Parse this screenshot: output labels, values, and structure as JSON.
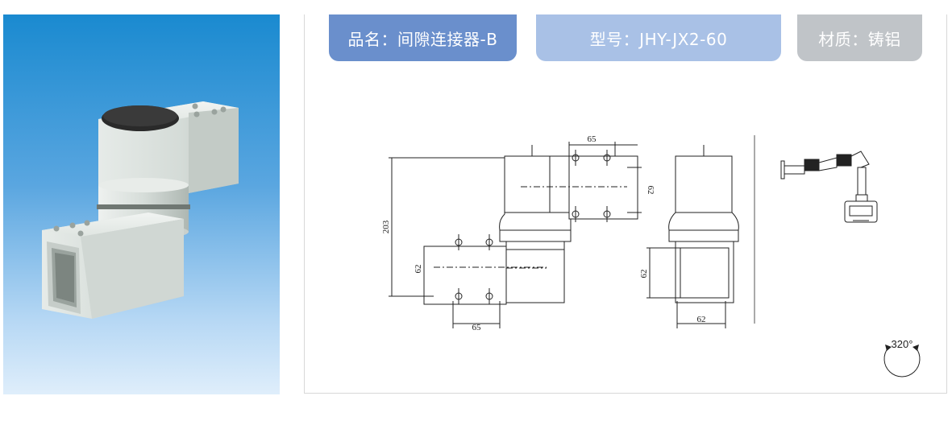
{
  "product": {
    "name_label": "品名：间隙连接器-B",
    "model_label": "型号：JHY-JX2-60",
    "material_label": "材质：铸铝"
  },
  "dimensions": {
    "top_width": "65",
    "top_height": "62",
    "overall_height": "203",
    "bottom_height": "62",
    "bottom_width": "65",
    "side_height": "62",
    "side_width": "62"
  },
  "rotation": {
    "angle": "320°"
  },
  "colors": {
    "tab_name": "#6a8fcc",
    "tab_model": "#a9c1e6",
    "tab_material": "#c0c4c8",
    "photo_top": "#1a8ad0",
    "photo_bottom": "#dfeefb"
  }
}
